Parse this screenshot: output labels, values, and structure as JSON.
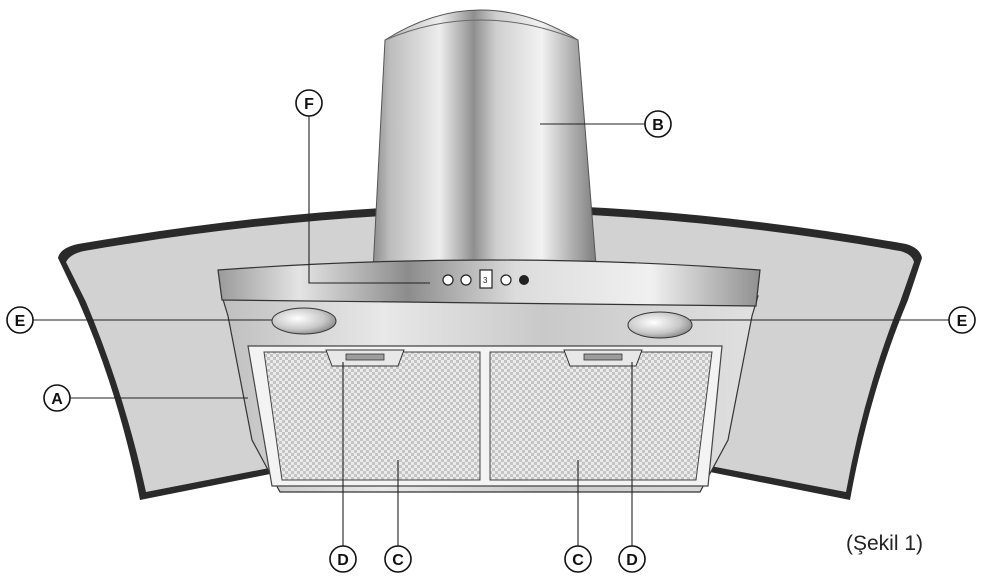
{
  "callouts": {
    "A": "A",
    "B": "B",
    "C": "C",
    "D": "D",
    "E": "E",
    "F": "F"
  },
  "caption": "(Şekil 1)",
  "control_panel": {
    "display_value": "3"
  }
}
